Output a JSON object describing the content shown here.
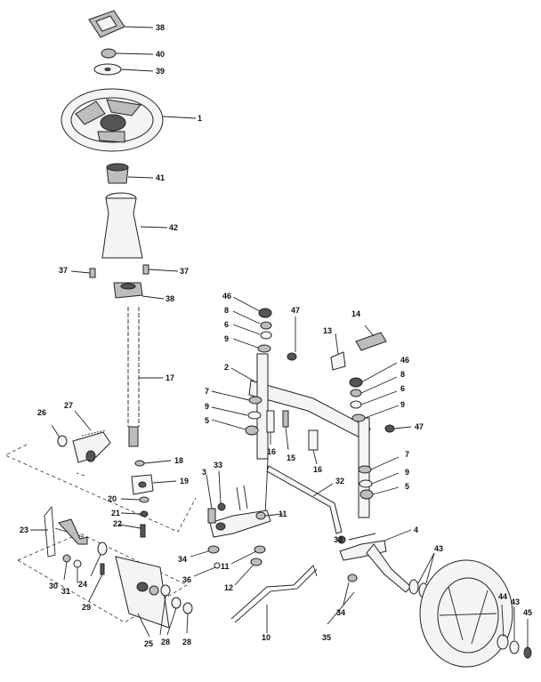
{
  "callouts": {
    "c38a": "38",
    "c40": "40",
    "c39": "39",
    "c1": "1",
    "c41": "41",
    "c42": "42",
    "c37a": "37",
    "c37b": "37",
    "c38b": "38",
    "c17": "17",
    "c46a": "46",
    "c8a": "8",
    "c6a": "6",
    "c9a": "9",
    "c47a": "47",
    "c13": "13",
    "c14": "14",
    "c2": "2",
    "c46b": "46",
    "c8b": "8",
    "c6b": "6",
    "c9b": "9",
    "c47b": "47",
    "c7a": "7",
    "c9c": "9",
    "c5a": "5",
    "c16a": "16",
    "c15": "15",
    "c16b": "16",
    "c7b": "7",
    "c9d": "9",
    "c5b": "5",
    "c26a": "26",
    "c27": "27",
    "c18": "18",
    "c19": "19",
    "c20": "20",
    "c21": "21",
    "c22": "22",
    "c3": "3",
    "c33a": "33",
    "c11a": "11",
    "c32": "32",
    "c23": "23",
    "c30": "30",
    "c31": "31",
    "c24": "24",
    "c29": "29",
    "c34a": "34",
    "c36": "36",
    "c11b": "11",
    "c12": "12",
    "c33b": "33",
    "c4": "4",
    "c43a": "43",
    "c34b": "34",
    "c10": "10",
    "c35": "35",
    "c44": "44",
    "c43b": "43",
    "c45": "45",
    "c25": "25",
    "c28a": "28",
    "c28b": "28"
  }
}
